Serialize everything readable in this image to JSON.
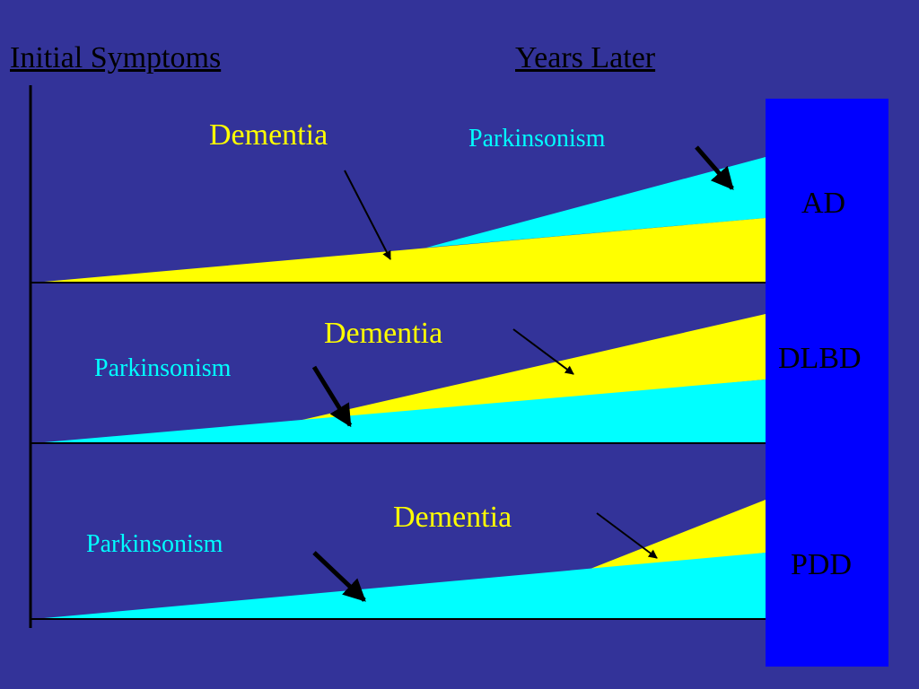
{
  "headers": {
    "initial": "Initial Symptoms",
    "later": "Years Later"
  },
  "rows": [
    {
      "diagnosis": "AD",
      "dementia_label": "Dementia",
      "parkinsonism_label": "Parkinsonism",
      "first_symptom": "Dementia"
    },
    {
      "diagnosis": "DLBD",
      "dementia_label": "Dementia",
      "parkinsonism_label": "Parkinsonism",
      "first_symptom": "Parkinsonism"
    },
    {
      "diagnosis": "PDD",
      "dementia_label": "Dementia",
      "parkinsonism_label": "Parkinsonism",
      "first_symptom": "Parkinsonism"
    }
  ],
  "colors": {
    "background": "#333399",
    "dementia": "#ffff00",
    "parkinsonism": "#00ffff",
    "diagnosis_bar": "#0000ff",
    "text_dark": "#000000"
  }
}
